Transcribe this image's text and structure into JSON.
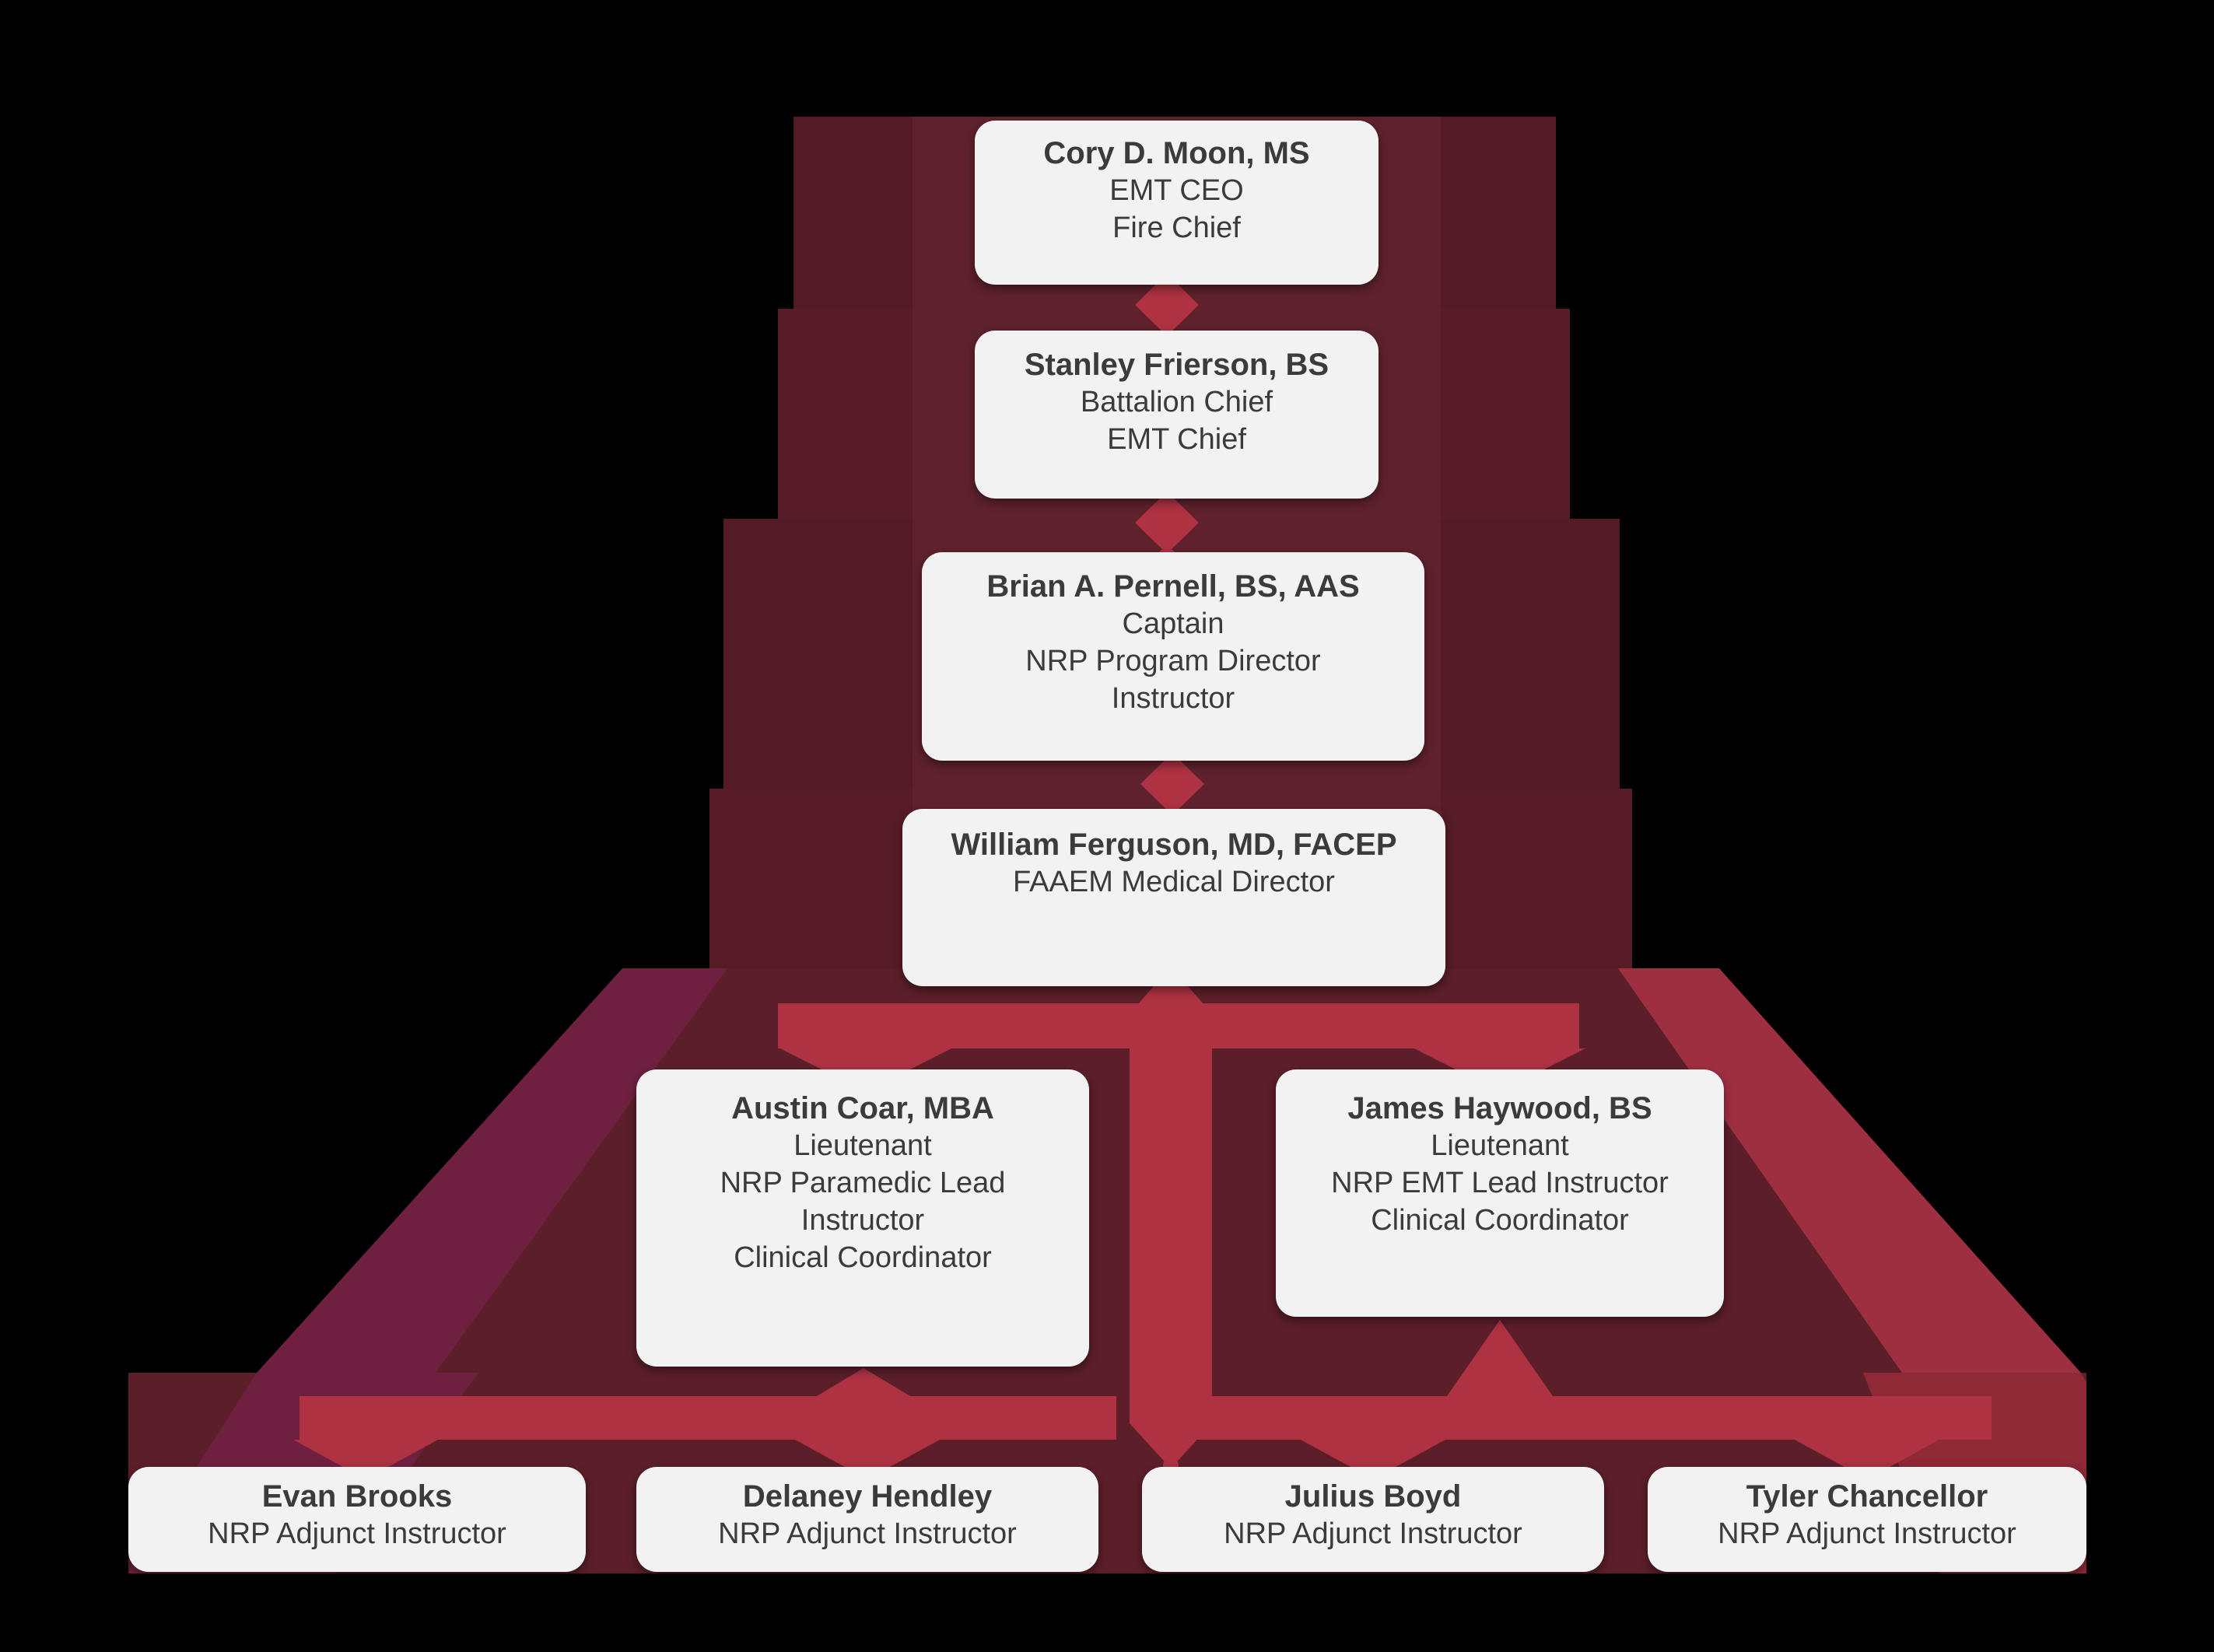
{
  "diagram": {
    "kind": "organization-chart",
    "levels": 4
  },
  "colors": {
    "canvas_background": "#000000",
    "backdrop_maroon": "#5C1F29",
    "backdrop_dark": "#541B24",
    "backdrop_mid": "#571C26",
    "backdrop_inner": "#5F222C",
    "slope_purple": "#6F2040",
    "slope_bright": "#9E2F40",
    "slope_shadow": "#8E2936",
    "arrow_crimson": "#AE3242",
    "box_background": "#F2F2F2",
    "box_text": "#3B3B3B"
  },
  "org": {
    "boxes": [
      {
        "name": "Cory D. Moon, MS",
        "roles": [
          "EMT CEO",
          "Fire Chief"
        ]
      },
      {
        "name": "Stanley Frierson, BS",
        "roles": [
          "Battalion Chief",
          "EMT Chief"
        ]
      },
      {
        "name": "Brian A. Pernell, BS, AAS",
        "roles": [
          "Captain",
          "NRP Program Director",
          "Instructor"
        ]
      },
      {
        "name": "William Ferguson, MD, FACEP",
        "roles": [
          "FAAEM Medical Director"
        ]
      },
      {
        "name": "Austin Coar, MBA",
        "roles": [
          "Lieutenant",
          "NRP Paramedic Lead",
          "Instructor",
          "Clinical Coordinator"
        ]
      },
      {
        "name": "James Haywood, BS",
        "roles": [
          "Lieutenant",
          "NRP EMT Lead Instructor",
          "Clinical Coordinator"
        ]
      },
      {
        "name": "Evan Brooks",
        "roles": [
          "NRP Adjunct Instructor"
        ]
      },
      {
        "name": "Delaney Hendley",
        "roles": [
          "NRP Adjunct Instructor"
        ]
      },
      {
        "name": "Julius Boyd",
        "roles": [
          "NRP Adjunct Instructor"
        ]
      },
      {
        "name": "Tyler Chancellor",
        "roles": [
          "NRP Adjunct Instructor"
        ]
      }
    ]
  }
}
